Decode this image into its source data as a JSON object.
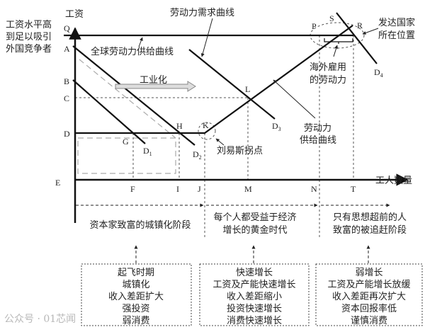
{
  "axes": {
    "y_label": "工资",
    "x_label": "工人数量"
  },
  "left_note": [
    "工资水平高",
    "到足以吸引",
    "外国竞争者"
  ],
  "y_points": {
    "Q": "Q",
    "A": "A",
    "B": "B",
    "C": "C",
    "D": "D",
    "E": "E"
  },
  "x_points": {
    "F": "F",
    "I": "I",
    "J": "J",
    "M": "M",
    "N": "N",
    "T": "T"
  },
  "points": {
    "G": "G",
    "H": "H",
    "K": "K",
    "L": "L",
    "P": "P",
    "S": "S",
    "R": "R"
  },
  "curves": {
    "D1": "D",
    "D2": "D",
    "D3": "D",
    "D4": "D",
    "sub1": "1",
    "sub2": "2",
    "sub3": "3",
    "sub4": "4"
  },
  "annotations": {
    "global_supply": "全球劳动力供给曲线",
    "demand_curve": "劳动力需求曲线",
    "industrialization": "工业化",
    "developed": [
      "发达国家",
      "所在位置"
    ],
    "overseas": [
      "海外雇用",
      "的劳动力"
    ],
    "supply_curve": [
      "劳动力",
      "供给曲线"
    ],
    "lewis_point": "刘易斯拐点"
  },
  "stages": [
    {
      "lines": [
        "资本家致富的城镇化阶段"
      ]
    },
    {
      "lines": [
        "每个人都受益于经济",
        "增长的黄金时代"
      ]
    },
    {
      "lines": [
        "只有思想超前的人",
        "致富的被追赶阶段"
      ]
    }
  ],
  "boxes": [
    {
      "lines": [
        "起飞时期",
        "城镇化",
        "收入差距扩大",
        "强投资",
        "弱消费"
      ]
    },
    {
      "lines": [
        "快速增长",
        "工资及产能快速增长",
        "收入差距缩小",
        "投资快速增长",
        "消费快速增长"
      ]
    },
    {
      "lines": [
        "弱增长",
        "工资及产能增长放缓",
        "收入差距再次扩大",
        "资本回报率低",
        "谨慎消费"
      ]
    }
  ],
  "watermark": "公众号 · 01芯闻",
  "colors": {
    "line": "#111111",
    "dash": "#555555",
    "gray_arrow": "#bbbbbb"
  }
}
